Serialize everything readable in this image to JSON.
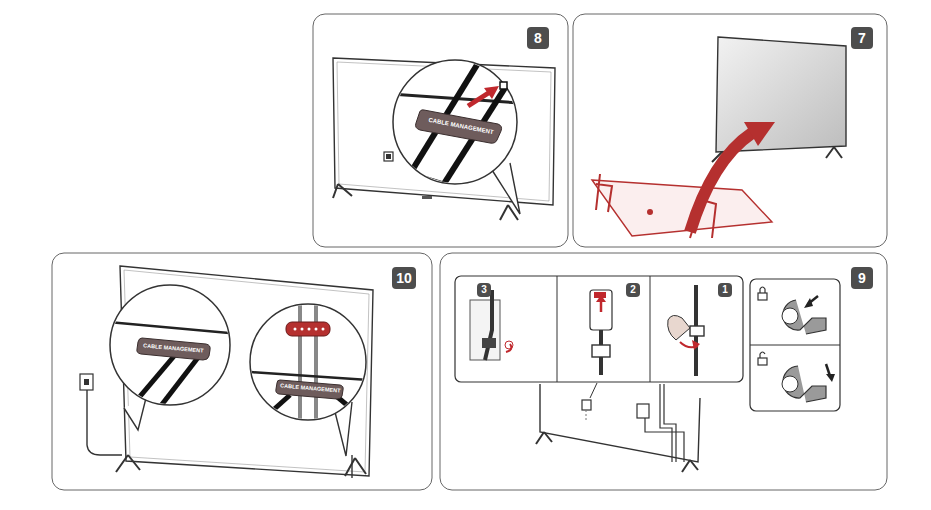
{
  "diagram": {
    "nodes": [
      {
        "text": [
          "8"
        ]
      },
      {
        "text": [
          "7"
        ]
      },
      {
        "text": [
          "10"
        ]
      },
      {
        "text": [
          "9"
        ]
      },
      {
        "text": [
          "3"
        ]
      },
      {
        "text": [
          "2"
        ]
      },
      {
        "text": [
          "1"
        ]
      }
    ],
    "labels": [
      "CABLE MANAGEMENT",
      "CABLE MANAGEMENT",
      "CABLE MANAGEMENT"
    ]
  }
}
